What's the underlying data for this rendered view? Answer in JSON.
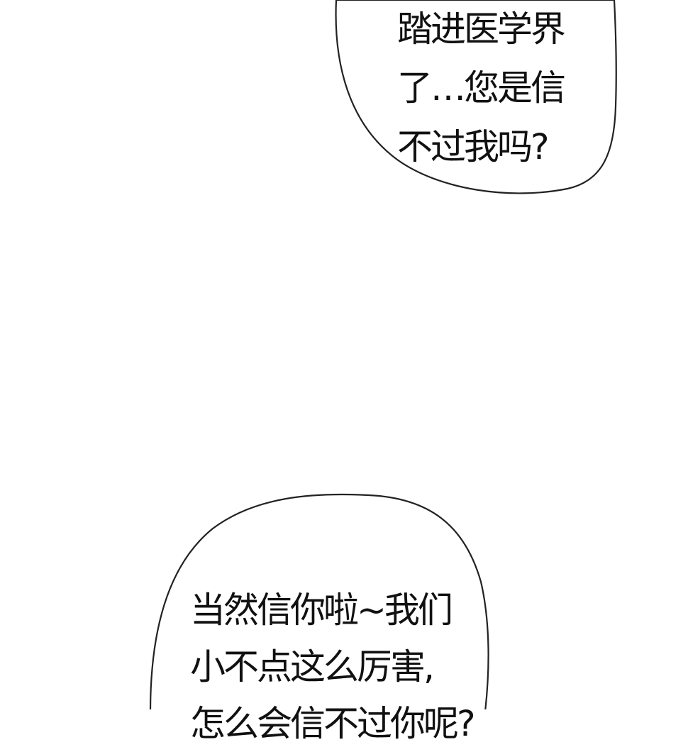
{
  "colors": {
    "background": "#ffffff",
    "bubble_fill": "#ffffff",
    "bubble_outline": "#222222",
    "text": "#111111"
  },
  "bubbles": [
    {
      "lines": [
        "踏进医学界",
        "了…您是信",
        "不过我吗?"
      ]
    },
    {
      "lines": [
        "当然信你啦~我们",
        "小不点这么厉害,",
        "怎么会信不过你呢?"
      ]
    }
  ]
}
